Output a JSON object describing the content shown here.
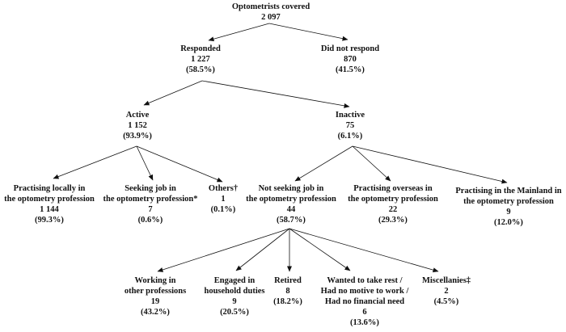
{
  "figure": {
    "kind": "survey-breakdown-flowchart",
    "colors": {
      "background": "#ffffff",
      "text": "#111111",
      "line": "#111111"
    }
  },
  "nodes": {
    "root": {
      "label": [
        "Optometrists covered"
      ],
      "count": "2 097"
    },
    "responded": {
      "label": [
        "Responded"
      ],
      "count": "1 227",
      "percent": "(58.5%)"
    },
    "did_not_respond": {
      "label": [
        "Did not respond"
      ],
      "count": "870",
      "percent": "(41.5%)"
    },
    "active": {
      "label": [
        "Active"
      ],
      "count": "1 152",
      "percent": "(93.9%)"
    },
    "inactive": {
      "label": [
        "Inactive"
      ],
      "count": "75",
      "percent": "(6.1%)"
    },
    "practising_locally": {
      "label": [
        "Practising locally in",
        "the optometry profession"
      ],
      "count": "1 144",
      "percent": "(99.3%)"
    },
    "seeking_job": {
      "label": [
        "Seeking job in",
        "the optometry profession*"
      ],
      "count": "7",
      "percent": "(0.6%)"
    },
    "others": {
      "label": [
        "Others†"
      ],
      "count": "1",
      "percent": "(0.1%)"
    },
    "not_seeking_job": {
      "label": [
        "Not seeking job in",
        "the optometry profession"
      ],
      "count": "44",
      "percent": "(58.7%)"
    },
    "practising_overseas": {
      "label": [
        "Practising overseas in",
        "the optometry profession"
      ],
      "count": "22",
      "percent": "(29.3%)"
    },
    "practising_mainland": {
      "label": [
        "Practising in the Mainland in",
        "the optometry profession"
      ],
      "count": "9",
      "percent": "(12.0%)"
    },
    "working_other": {
      "label": [
        "Working in",
        "other professions"
      ],
      "count": "19",
      "percent": "(43.2%)"
    },
    "engaged_household": {
      "label": [
        "Engaged in",
        "household duties"
      ],
      "count": "9",
      "percent": "(20.5%)"
    },
    "retired": {
      "label": [
        "Retired"
      ],
      "count": "8",
      "percent": "(18.2%)"
    },
    "wanted_rest": {
      "label": [
        "Wanted to take rest /",
        "Had no motive to work /",
        "Had no financial need"
      ],
      "count": "6",
      "percent": "(13.6%)"
    },
    "miscellanies": {
      "label": [
        "Miscellanies‡"
      ],
      "count": "2",
      "percent": "(4.5%)"
    }
  }
}
